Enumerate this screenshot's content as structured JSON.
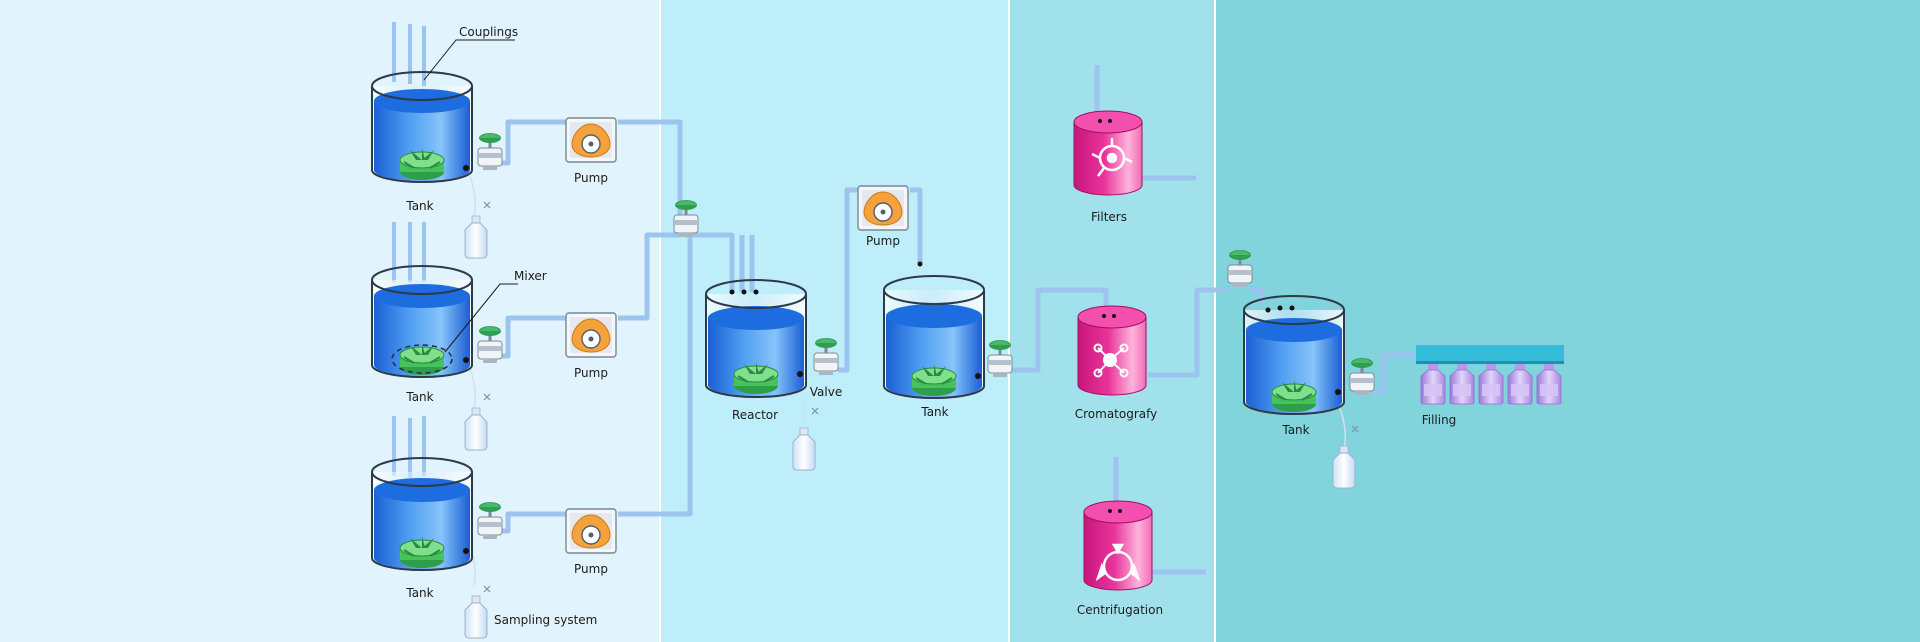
{
  "diagram": {
    "title": "",
    "zone_colors": [
      "#e1f3fc",
      "#bdeefa",
      "#a1e1ec",
      "#81d4dc"
    ],
    "labels": {
      "couplings": "Couplings",
      "mixer": "Mixer",
      "tank_1": "Tank",
      "tank_2": "Tank",
      "tank_3": "Tank",
      "pump_1": "Pump",
      "pump_2": "Pump",
      "pump_3": "Pump",
      "pump_4": "Pump",
      "sampling_system": "Sampling system",
      "reactor": "Reactor",
      "valve": "Valve",
      "tank_4": "Tank",
      "filters": "Filters",
      "cromatografy": "Cromatografy",
      "centrifugation": "Centrifugation",
      "tank_5": "Tank",
      "filling": "Filling"
    },
    "icons": {
      "mixer": "mixer-icon",
      "valve": "valve-icon",
      "pump": "pump-icon",
      "bottle": "sample-bottle-icon",
      "filter": "filter-icon",
      "chromatography": "chromatography-icon",
      "centrifuge": "centrifuge-icon",
      "vial": "vial-icon"
    },
    "colors": {
      "water": "#1e6de0",
      "pipe": "#9cc4ee",
      "mixer": "#47c35c",
      "valve_handle": "#2f9e53",
      "pump_body": "#f5a13c",
      "process_unit": "#e9359b",
      "filling_rail": "#34bcd9",
      "vial": "#c6a8ee"
    }
  }
}
